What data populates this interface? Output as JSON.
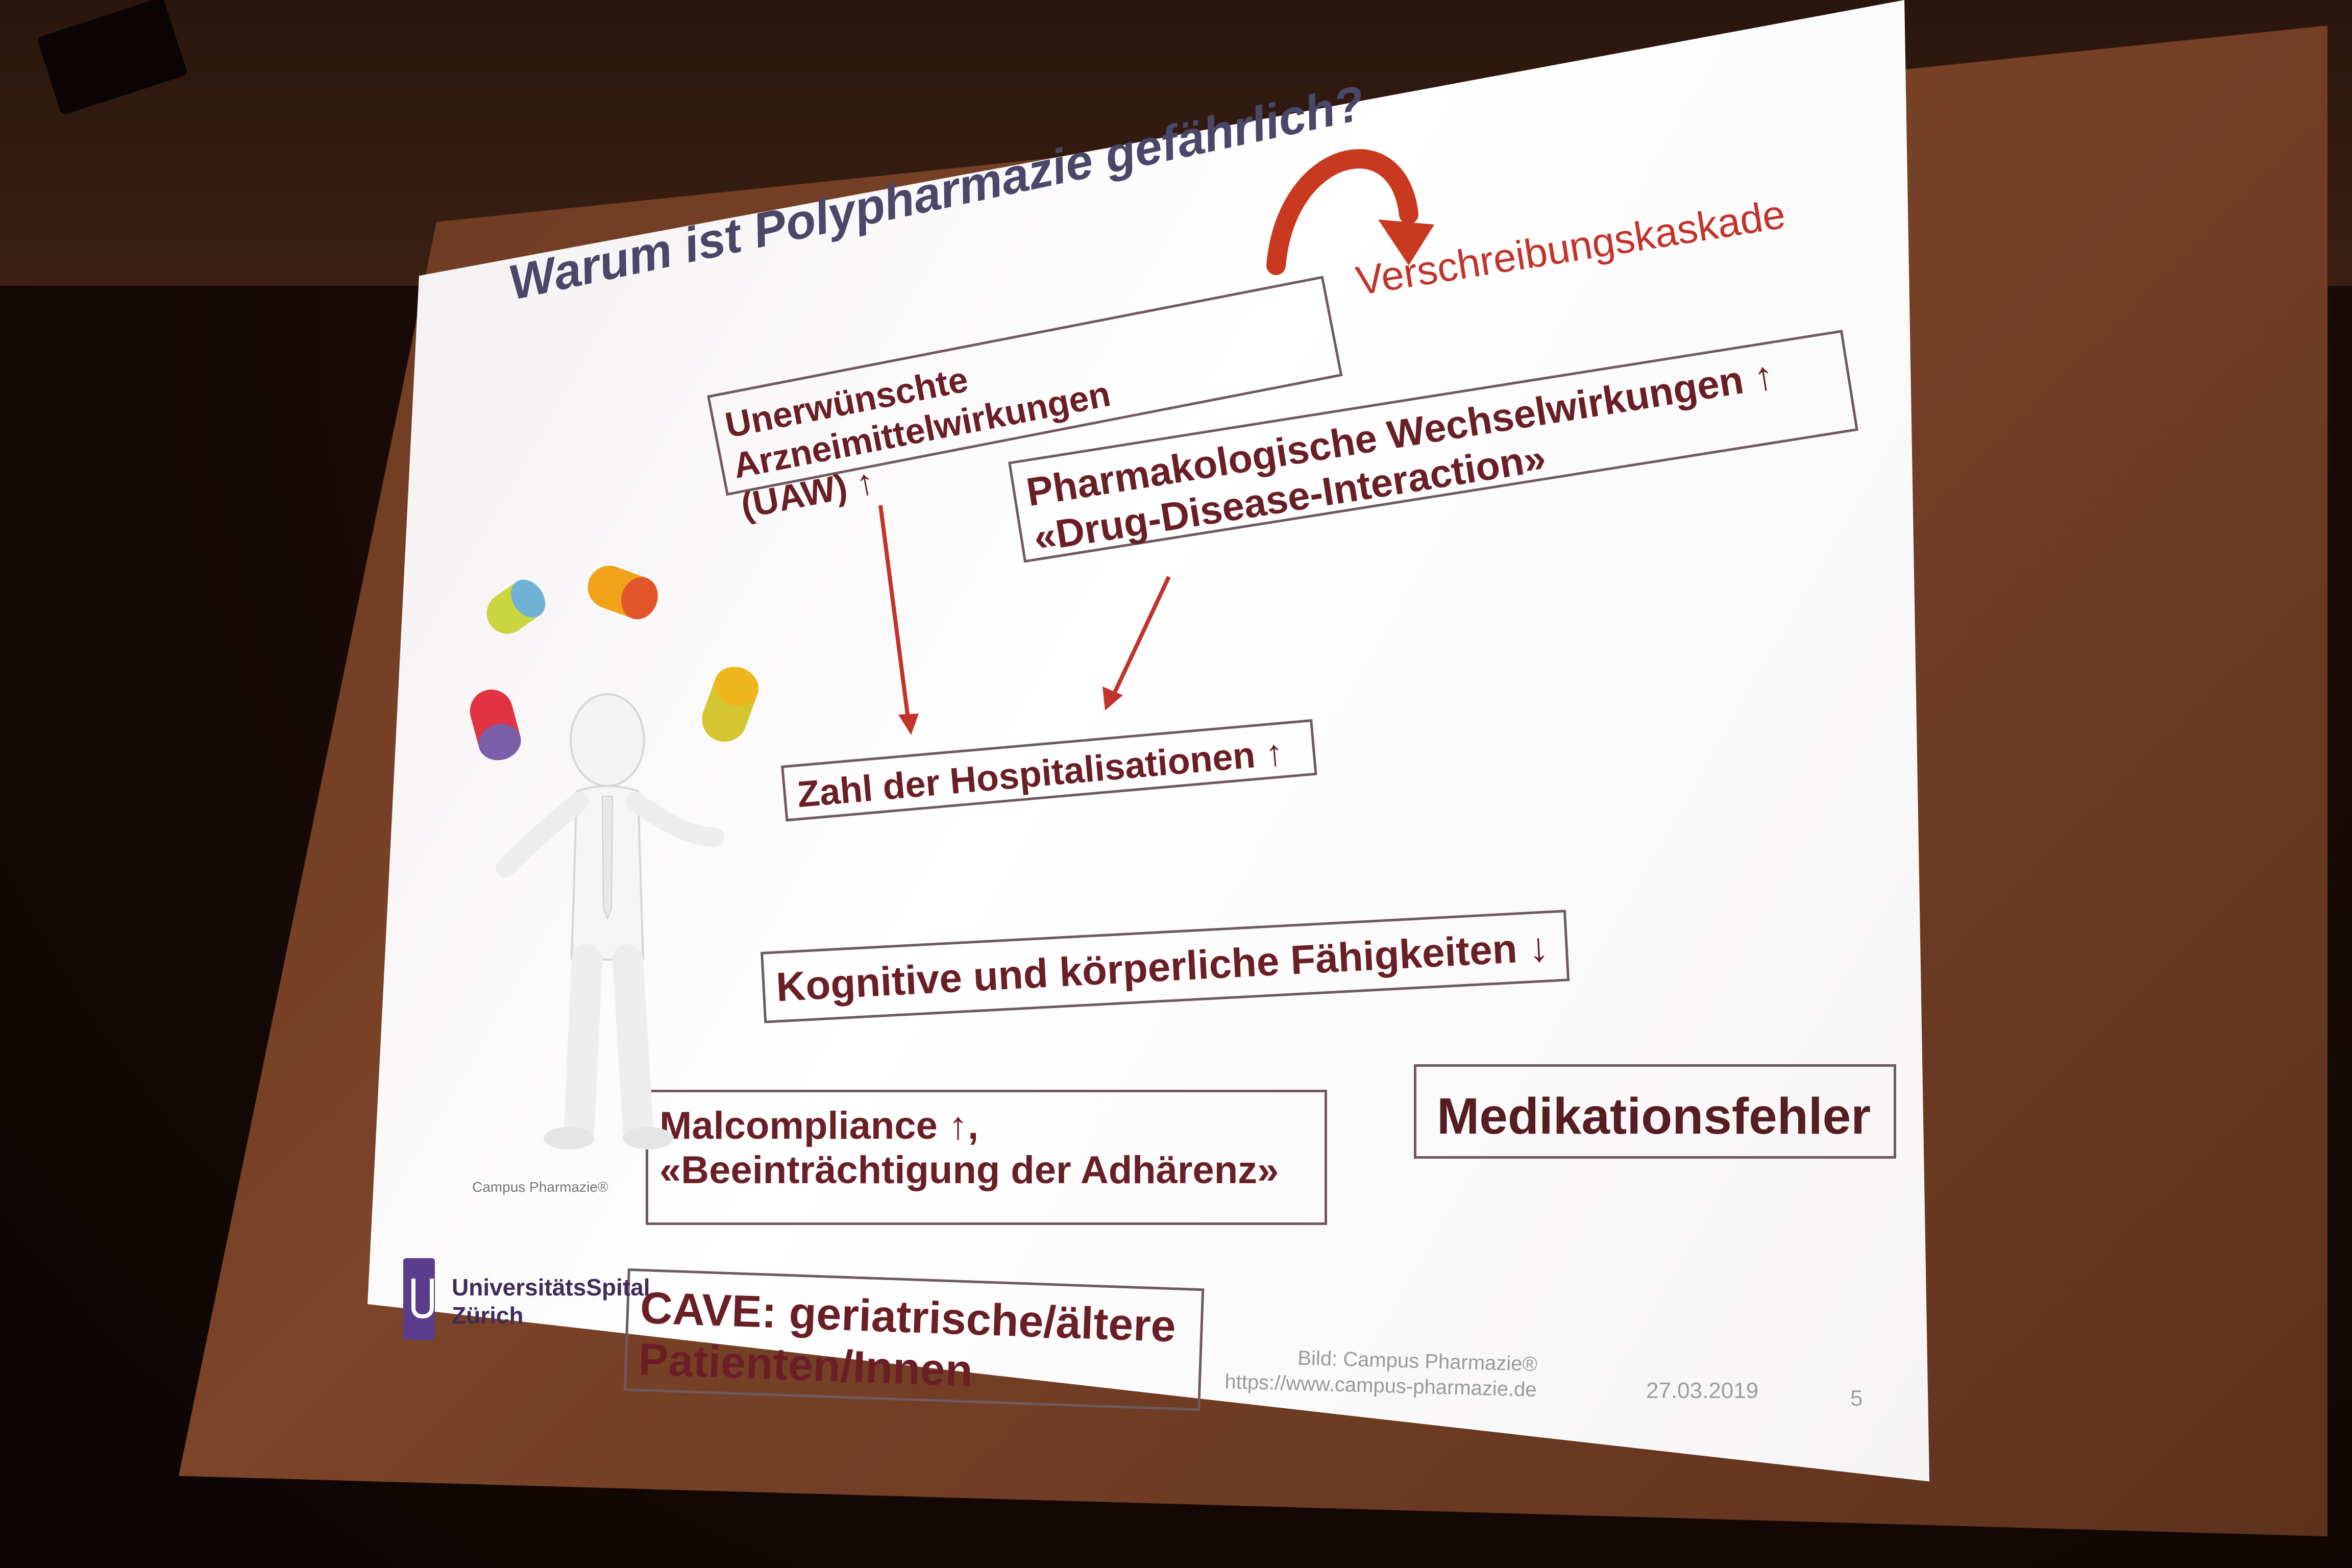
{
  "slide": {
    "title": "Warum ist Polypharmazie gefährlich?",
    "kaskade_label": "Verschreibungskaskade",
    "boxes": {
      "uaw_line1": "Unerwünschte Arzneimittelwirkungen",
      "uaw_line2": "(UAW) ↑",
      "pharm_line1": "Pharmakologische Wechselwirkungen ↑",
      "pharm_line2": "«Drug-Disease-Interaction»",
      "hosp": "Zahl der Hospitalisationen ↑",
      "cog": "Kognitive und körperliche Fähigkeiten ↓",
      "malc_line1": "Malcompliance ↑,",
      "malc_line2": "«Beeinträchtigung der Adhärenz»",
      "med": "Medikationsfehler",
      "cave_line1": "CAVE: geriatrische/ältere",
      "cave_line2": "Patienten/Innen"
    },
    "figure_caption": "Campus Pharmazie®",
    "logo": {
      "line1": "UniversitätsSpital",
      "line2": "Zürich"
    },
    "credit_line1": "Bild: Campus Pharmazie®",
    "credit_line2": "https://www.campus-pharmazie.de",
    "date": "27.03.2019",
    "page_number": "5"
  },
  "colors": {
    "title": "#4a4769",
    "box_text": "#6a1f27",
    "arrow": "#c2332a",
    "logo": "#5a3d8c"
  },
  "icons": [
    "juggling-figure-illustration",
    "capsule-icon",
    "curved-arrow-icon",
    "down-arrow-icon"
  ]
}
